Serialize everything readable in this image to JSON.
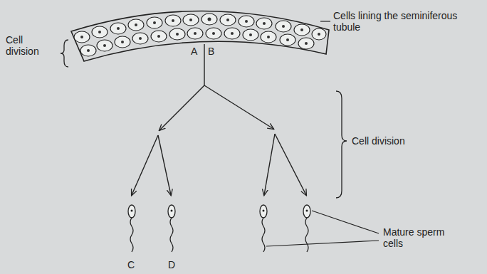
{
  "diagram": {
    "labels": [
      "Cell division",
      "A",
      "B",
      "Cells lining the seminiferous tubule",
      "Cell division",
      "Mature sperm cells",
      "C",
      "D"
    ]
  }
}
